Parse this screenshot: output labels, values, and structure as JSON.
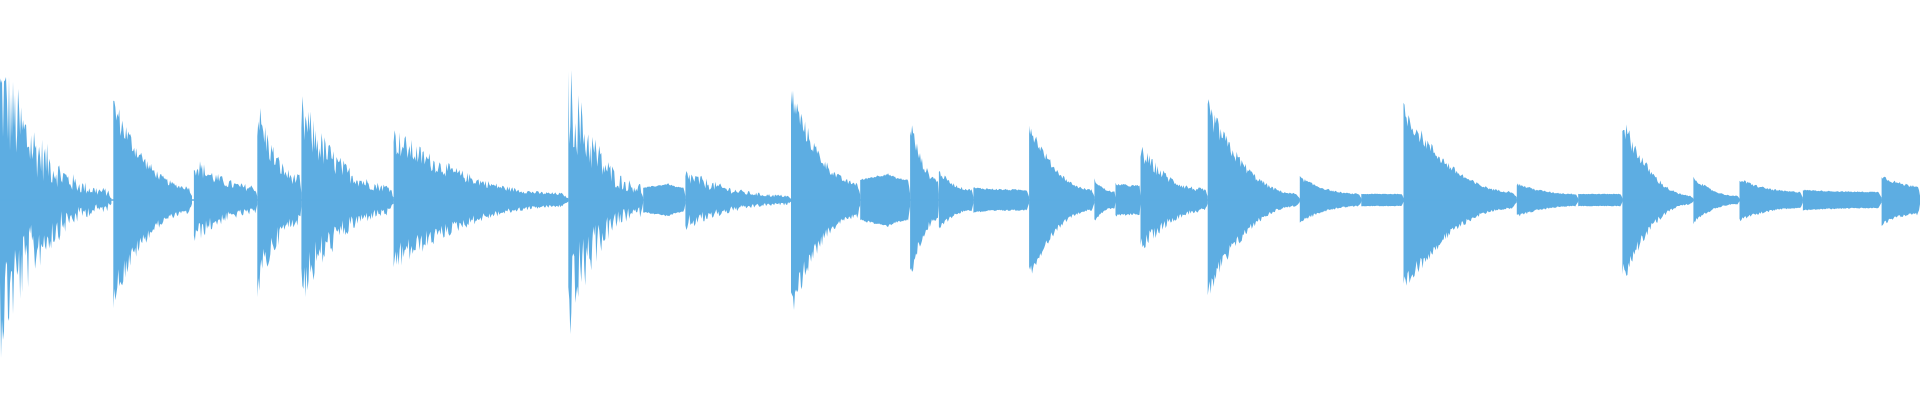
{
  "waveform": {
    "color": "#5dade2",
    "background": "#ffffff",
    "description_note": "",
    "segments": [
      {
        "start": 0.0,
        "end": 0.058,
        "peak": 0.52,
        "tail": 0.04,
        "attack": 0.0,
        "noise": 0.55
      },
      {
        "start": 0.059,
        "end": 0.1,
        "peak": 0.46,
        "tail": 0.06,
        "attack": 0.0,
        "noise": 0.18
      },
      {
        "start": 0.101,
        "end": 0.134,
        "peak": 0.18,
        "tail": 0.06,
        "attack": 0.0,
        "noise": 0.3
      },
      {
        "start": 0.134,
        "end": 0.157,
        "peak": 0.42,
        "tail": 0.1,
        "attack": 0.0,
        "noise": 0.28
      },
      {
        "start": 0.157,
        "end": 0.205,
        "peak": 0.4,
        "tail": 0.06,
        "attack": 0.0,
        "noise": 0.35
      },
      {
        "start": 0.205,
        "end": 0.296,
        "peak": 0.3,
        "tail": 0.03,
        "attack": 0.0,
        "noise": 0.25
      },
      {
        "start": 0.296,
        "end": 0.335,
        "peak": 0.5,
        "tail": 0.06,
        "attack": 0.0,
        "noise": 0.45
      },
      {
        "start": 0.335,
        "end": 0.357,
        "peak": 0.08,
        "tail": 0.06,
        "attack": 0.6,
        "noise": 0.05
      },
      {
        "start": 0.357,
        "end": 0.412,
        "peak": 0.12,
        "tail": 0.02,
        "attack": 0.0,
        "noise": 0.35
      },
      {
        "start": 0.412,
        "end": 0.448,
        "peak": 0.52,
        "tail": 0.08,
        "attack": 0.0,
        "noise": 0.15
      },
      {
        "start": 0.448,
        "end": 0.474,
        "peak": 0.13,
        "tail": 0.1,
        "attack": 0.55,
        "noise": 0.05
      },
      {
        "start": 0.474,
        "end": 0.489,
        "peak": 0.38,
        "tail": 0.1,
        "attack": 0.0,
        "noise": 0.15
      },
      {
        "start": 0.489,
        "end": 0.507,
        "peak": 0.14,
        "tail": 0.05,
        "attack": 0.0,
        "noise": 0.12
      },
      {
        "start": 0.507,
        "end": 0.536,
        "peak": 0.06,
        "tail": 0.05,
        "attack": 0.0,
        "noise": 0.08
      },
      {
        "start": 0.536,
        "end": 0.57,
        "peak": 0.37,
        "tail": 0.05,
        "attack": 0.0,
        "noise": 0.1
      },
      {
        "start": 0.57,
        "end": 0.581,
        "peak": 0.1,
        "tail": 0.04,
        "attack": 0.0,
        "noise": 0.1
      },
      {
        "start": 0.581,
        "end": 0.594,
        "peak": 0.08,
        "tail": 0.07,
        "attack": 0.0,
        "noise": 0.08
      },
      {
        "start": 0.594,
        "end": 0.629,
        "peak": 0.24,
        "tail": 0.05,
        "attack": 0.0,
        "noise": 0.2
      },
      {
        "start": 0.629,
        "end": 0.677,
        "peak": 0.45,
        "tail": 0.03,
        "attack": 0.0,
        "noise": 0.15
      },
      {
        "start": 0.677,
        "end": 0.709,
        "peak": 0.11,
        "tail": 0.03,
        "attack": 0.0,
        "noise": 0.1
      },
      {
        "start": 0.709,
        "end": 0.731,
        "peak": 0.03,
        "tail": 0.03,
        "attack": 0.0,
        "noise": 0.05
      },
      {
        "start": 0.731,
        "end": 0.79,
        "peak": 0.44,
        "tail": 0.04,
        "attack": 0.0,
        "noise": 0.12
      },
      {
        "start": 0.79,
        "end": 0.822,
        "peak": 0.08,
        "tail": 0.03,
        "attack": 0.0,
        "noise": 0.1
      },
      {
        "start": 0.822,
        "end": 0.845,
        "peak": 0.03,
        "tail": 0.03,
        "attack": 0.0,
        "noise": 0.05
      },
      {
        "start": 0.845,
        "end": 0.882,
        "peak": 0.38,
        "tail": 0.02,
        "attack": 0.0,
        "noise": 0.15
      },
      {
        "start": 0.882,
        "end": 0.906,
        "peak": 0.11,
        "tail": 0.02,
        "attack": 0.0,
        "noise": 0.1
      },
      {
        "start": 0.906,
        "end": 0.939,
        "peak": 0.1,
        "tail": 0.04,
        "attack": 0.0,
        "noise": 0.1
      },
      {
        "start": 0.939,
        "end": 0.98,
        "peak": 0.05,
        "tail": 0.04,
        "attack": 0.0,
        "noise": 0.06
      },
      {
        "start": 0.98,
        "end": 1.0,
        "peak": 0.12,
        "tail": 0.07,
        "attack": 0.0,
        "noise": 0.1
      }
    ]
  }
}
